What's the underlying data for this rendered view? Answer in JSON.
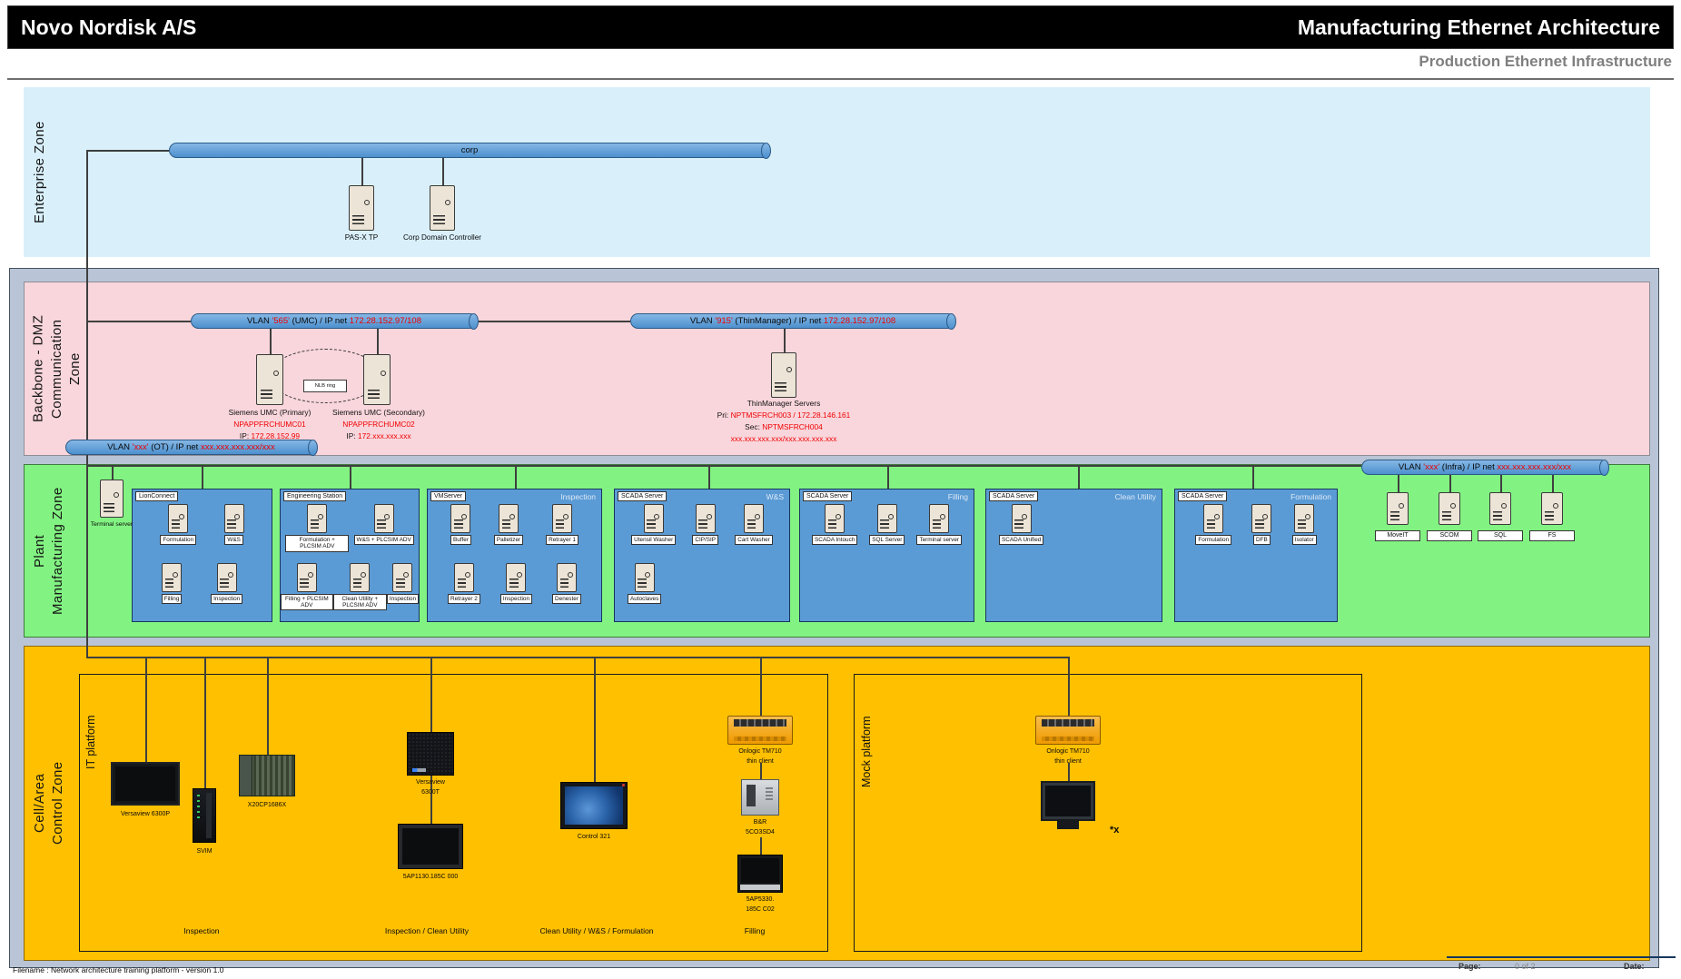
{
  "header": {
    "company": "Novo Nordisk A/S",
    "title": "Manufacturing Ethernet Architecture",
    "subtitle": "Production Ethernet Infrastructure"
  },
  "zones": {
    "enterprise": {
      "label": "Enterprise Zone"
    },
    "dmz": {
      "l1": "Backbone - DMZ",
      "l2": "Communication",
      "l3": "Zone"
    },
    "plant": {
      "l1": "Plant",
      "l2": "Manufacturing Zone"
    },
    "cell": {
      "l1": "Cell/Area",
      "l2": "Control Zone"
    }
  },
  "enterprise": {
    "pipe_label": "corp",
    "server1": "PAS-X TP",
    "server2": "Corp Domain Controller"
  },
  "dmz": {
    "umc_pipe": {
      "pre": "VLAN ",
      "vlan": "'565'",
      "mid": " (UMC) / IP net ",
      "ip": "172.28.152.97/108"
    },
    "tm_pipe": {
      "pre": "VLAN ",
      "vlan": "'915'",
      "mid": " (ThinManager) / IP net ",
      "ip": "172.28.152.97/108"
    },
    "nlb": "NLB ring",
    "umc1": {
      "name": "Siemens UMC (Primary)",
      "host": "NPAPPFRCHUMC01",
      "ip_prefix": "IP: ",
      "ip": "172.28.152.99"
    },
    "umc2": {
      "name": "Siemens UMC (Secondary)",
      "host": "NPAPPFRCHUMC02",
      "ip_prefix": "IP: ",
      "ip": "172.xxx.xxx.xxx"
    },
    "tms": {
      "title": "ThinManager Servers",
      "pri_prefix": "Pri: ",
      "pri": "NPTMSFRCH003 / 172.28.146.161",
      "sec_prefix": "Sec: ",
      "sec": "NPTMSFRCH004",
      "extra": "xxx.xxx.xxx.xxx/xxx.xxx.xxx.xxx"
    }
  },
  "plant": {
    "ot_pipe": {
      "pre": "VLAN ",
      "vlan": "'xxx'",
      "mid": " (OT) / IP net ",
      "ip": "xxx.xxx.xxx.xxx/xxx"
    },
    "infra_pipe": {
      "pre": "VLAN ",
      "vlan": "'xxx'",
      "mid": " (Infra) / IP net ",
      "ip": "xxx.xxx.xxx.xxx/xxx"
    },
    "terminal": "Terminal server",
    "boxes": [
      {
        "header": "LionConnect",
        "title": "",
        "rows": [
          [
            "Formulation",
            "W&S"
          ],
          [
            "Filling",
            "Inspection"
          ]
        ]
      },
      {
        "header": "Engineering Station",
        "title": "",
        "rows": [
          [
            "Formulation + PLCSIM ADV",
            "W&S + PLCSIM ADV"
          ],
          [
            "Filling + PLCSIM ADV",
            "Clean Utility + PLCSIM ADV",
            "Inspection"
          ]
        ]
      },
      {
        "header": "VMServer",
        "title": "Inspection",
        "rows": [
          [
            "Buffer",
            "Palletizer",
            "Retrayer 1"
          ],
          [
            "Retrayer 2",
            "Inspection",
            "Denester"
          ]
        ]
      },
      {
        "header": "SCADA Server",
        "title": "W&S",
        "rows": [
          [
            "Utensil Washer",
            "CIP/SIP",
            "Cart Washer"
          ],
          [
            "Autoclaves"
          ]
        ]
      },
      {
        "header": "SCADA Server",
        "title": "Filling",
        "rows": [
          [
            "SCADA Intouch",
            "SQL Server",
            "Terminal server"
          ]
        ]
      },
      {
        "header": "SCADA Server",
        "title": "Clean Utility",
        "rows": [
          [
            "SCADA Unified"
          ]
        ]
      },
      {
        "header": "SCADA Server",
        "title": "Formulation",
        "rows": [
          [
            "Formulation",
            "DFB",
            "Isolator"
          ]
        ]
      }
    ],
    "infra_servers": [
      "MoveIT",
      "SCOM",
      "SQL",
      "FS"
    ]
  },
  "cell": {
    "it_label": "IT platform",
    "mock_label": "Mock platform",
    "devices": [
      {
        "name": "versaview-6300p",
        "lines": [
          "Versaview 6300P"
        ]
      },
      {
        "name": "svim",
        "lines": [
          "SVIM"
        ]
      },
      {
        "name": "x20cp1686x",
        "lines": [
          "X20CP1686X"
        ]
      },
      {
        "name": "versaview-6300t",
        "lines": [
          "Versaview",
          "6300T"
        ]
      },
      {
        "name": "panel-5ap1130",
        "lines": [
          "5AP1130.185C 000"
        ]
      },
      {
        "name": "control-321",
        "lines": [
          "Control 321"
        ]
      },
      {
        "name": "onlogic-tm710-it",
        "lines": [
          "Onlogic TM710",
          "thin client"
        ]
      },
      {
        "name": "br-5co3sd4",
        "lines": [
          "B&R",
          "5CO3SD4"
        ]
      },
      {
        "name": "panel-5ap5330",
        "lines": [
          "5AP5330.",
          "185C C02"
        ]
      },
      {
        "name": "onlogic-tm710-mock",
        "lines": [
          "Onlogic TM710",
          "thin client"
        ]
      },
      {
        "name": "mock-monitor",
        "lines": []
      }
    ],
    "areas": [
      "Inspection",
      "Inspection / Clean Utility",
      "Clean Utility / W&S / Formulation",
      "Filling"
    ],
    "note": "*x"
  },
  "footer": {
    "filename": "Filename : Network architecture training platform - version 1.0",
    "page_label": "Page:",
    "page_value": "0 of 2",
    "date_label": "Date:"
  },
  "colors": {
    "accent_blue": "#5b9bd5",
    "enterprise_zone": "#d9f0fb",
    "dmz_zone": "#f8d6dc",
    "plant_zone": "#82f382",
    "cell_zone": "#ffc000",
    "backbone_frame": "#b9c5d6",
    "alert_red": "#f00000"
  }
}
